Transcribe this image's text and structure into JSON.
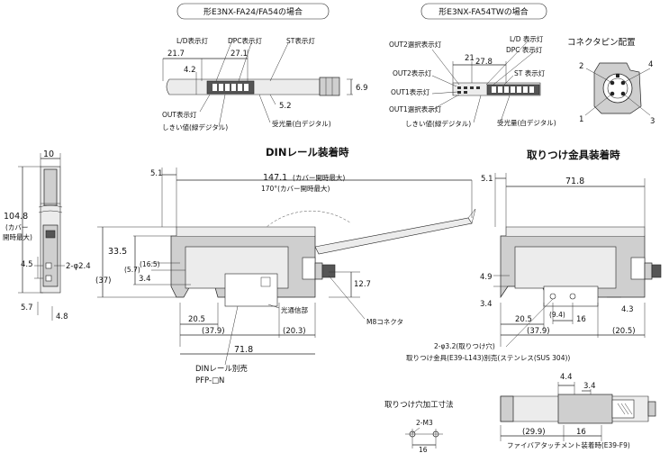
{
  "headers": {
    "fa24": "形E3NX-FA24/FA54の場合",
    "fa54tw": "形E3NX-FA54TWの場合"
  },
  "titles": {
    "connector_pin": "コネクタピン配置",
    "din": "DINレール装着時",
    "bracket": "取りつけ金具装着時",
    "mount_hole": "取りつけ穴加工寸法"
  },
  "fa24": {
    "ld": "L/D表示灯",
    "dpc": "DPC表示灯",
    "st": "ST表示灯",
    "d_21_7": "21.7",
    "d_27_1": "27.1",
    "d_4_2": "4.2",
    "d_6_9": "6.9",
    "d_5_2": "5.2",
    "out": "OUT表示灯",
    "thresh": "しきい値(緑デジタル)",
    "recv": "受光量(白デジタル)"
  },
  "tw": {
    "out2sel": "OUT2選択表示灯",
    "d_21": "21",
    "d_27_8": "27.8",
    "ld": "L/D 表示灯",
    "dpc": "DPC 表示灯",
    "out2": "OUT2表示灯",
    "st": "ST 表示灯",
    "out1": "OUT1表示灯",
    "out1sel": "OUT1選択表示灯",
    "thresh": "しきい値(緑デジタル)",
    "recv": "受光量(白デジタル)"
  },
  "pins": {
    "p1": "1",
    "p2": "2",
    "p3": "3",
    "p4": "4"
  },
  "side": {
    "w10": "10",
    "h104_8": "104.8",
    "h_kakko1": "(カバー",
    "h_kakko2": "開時最大)",
    "d4_5": "4.5",
    "phi": "2-φ2.4",
    "d5_7": "5.7",
    "d4_8": "4.8"
  },
  "din": {
    "d5_1": "5.1",
    "d147": "147.1",
    "d147_note": "(カバー開時最大)",
    "d170": "170°(カバー開時最大)",
    "d33_5": "33.5",
    "d37": "(37)",
    "d5_7": "(5.7)",
    "d16_5": "(16.5)",
    "d3_4": "3.4",
    "d12_7": "12.7",
    "d20_5": "20.5",
    "d37_9": "(37.9)",
    "d20_3": "(20.3)",
    "d71_8": "71.8",
    "light": "光通信部",
    "m8": "M8コネクタ",
    "rail1": "DINレール別売",
    "rail2": "PFP-□N"
  },
  "bracket": {
    "d5_1": "5.1",
    "d71_8": "71.8",
    "d4_9": "4.9",
    "d3_4": "3.4",
    "d20_5": "20.5",
    "d9_4": "(9.4)",
    "d16": "16",
    "d4_3": "4.3",
    "d37_9": "(37.9)",
    "d20_5b": "(20.5)",
    "hole": "2-φ3.2(取りつけ穴)",
    "bracket_note": "取りつけ金具(E39-L143)別売(ステンレス(SUS 304))"
  },
  "mount": {
    "m3": "2-M3",
    "d16": "16",
    "d4_4": "4.4",
    "d3_4": "3.4",
    "d29_9": "(29.9)",
    "d16b": "16",
    "fiber": "ファイバアタッチメント装着時(E39-F9)"
  }
}
